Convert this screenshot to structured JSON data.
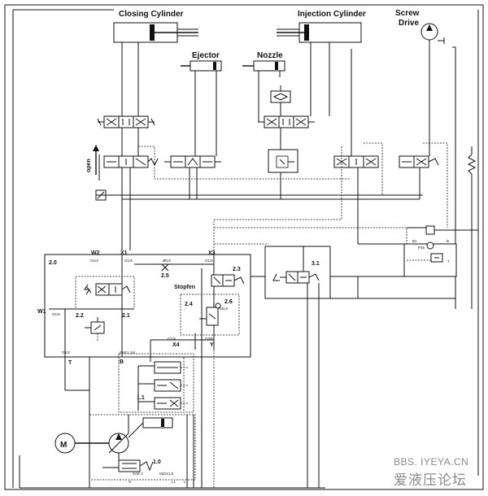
{
  "labels": {
    "closing_cylinder": "Closing Cylinder",
    "injection_cylinder": "Injection Cylinder",
    "screw_drive_1": "Screw",
    "screw_drive_2": "Drive",
    "ejector": "Ejector",
    "nozzle": "Nozzle",
    "open": "open",
    "stopfen": "Stopfen"
  },
  "block_ids": {
    "b2_0": "2.0",
    "b2_1": "2.1",
    "b2_2": "2.2",
    "b2_3": "2.3",
    "b2_4": "2.4",
    "b2_5": "2.5",
    "b2_6": "2.6",
    "b3_1": "3.1",
    "b1_0": "1.0",
    "b1_1": "1.1"
  },
  "ports": {
    "w2": "W2",
    "x1": "X1",
    "x3": "X3",
    "x4": "X4",
    "w1": "W1",
    "t": "T",
    "y": "Y",
    "b": "B",
    "g1_4_a": "G1/4",
    "g1_4_b": "G1/4",
    "g1_4_c": "G1/4",
    "g1_4_d": "G1/4",
    "g1_4_e": "G1/4",
    "g3_8": "G3/8",
    "g1_2": "G1/2",
    "sae": "SAE1 1/4",
    "d08": "Ø0,8",
    "m_a": "M1,5",
    "m_b": "M22x1,5",
    "sae2": "SAE 2",
    "s": "S",
    "l1": "L1",
    "l": "L"
  },
  "motor": {
    "symbol": "M"
  },
  "watermark": {
    "line1": "BBS. IYEYA.CN",
    "line2": "爱液压论坛"
  }
}
